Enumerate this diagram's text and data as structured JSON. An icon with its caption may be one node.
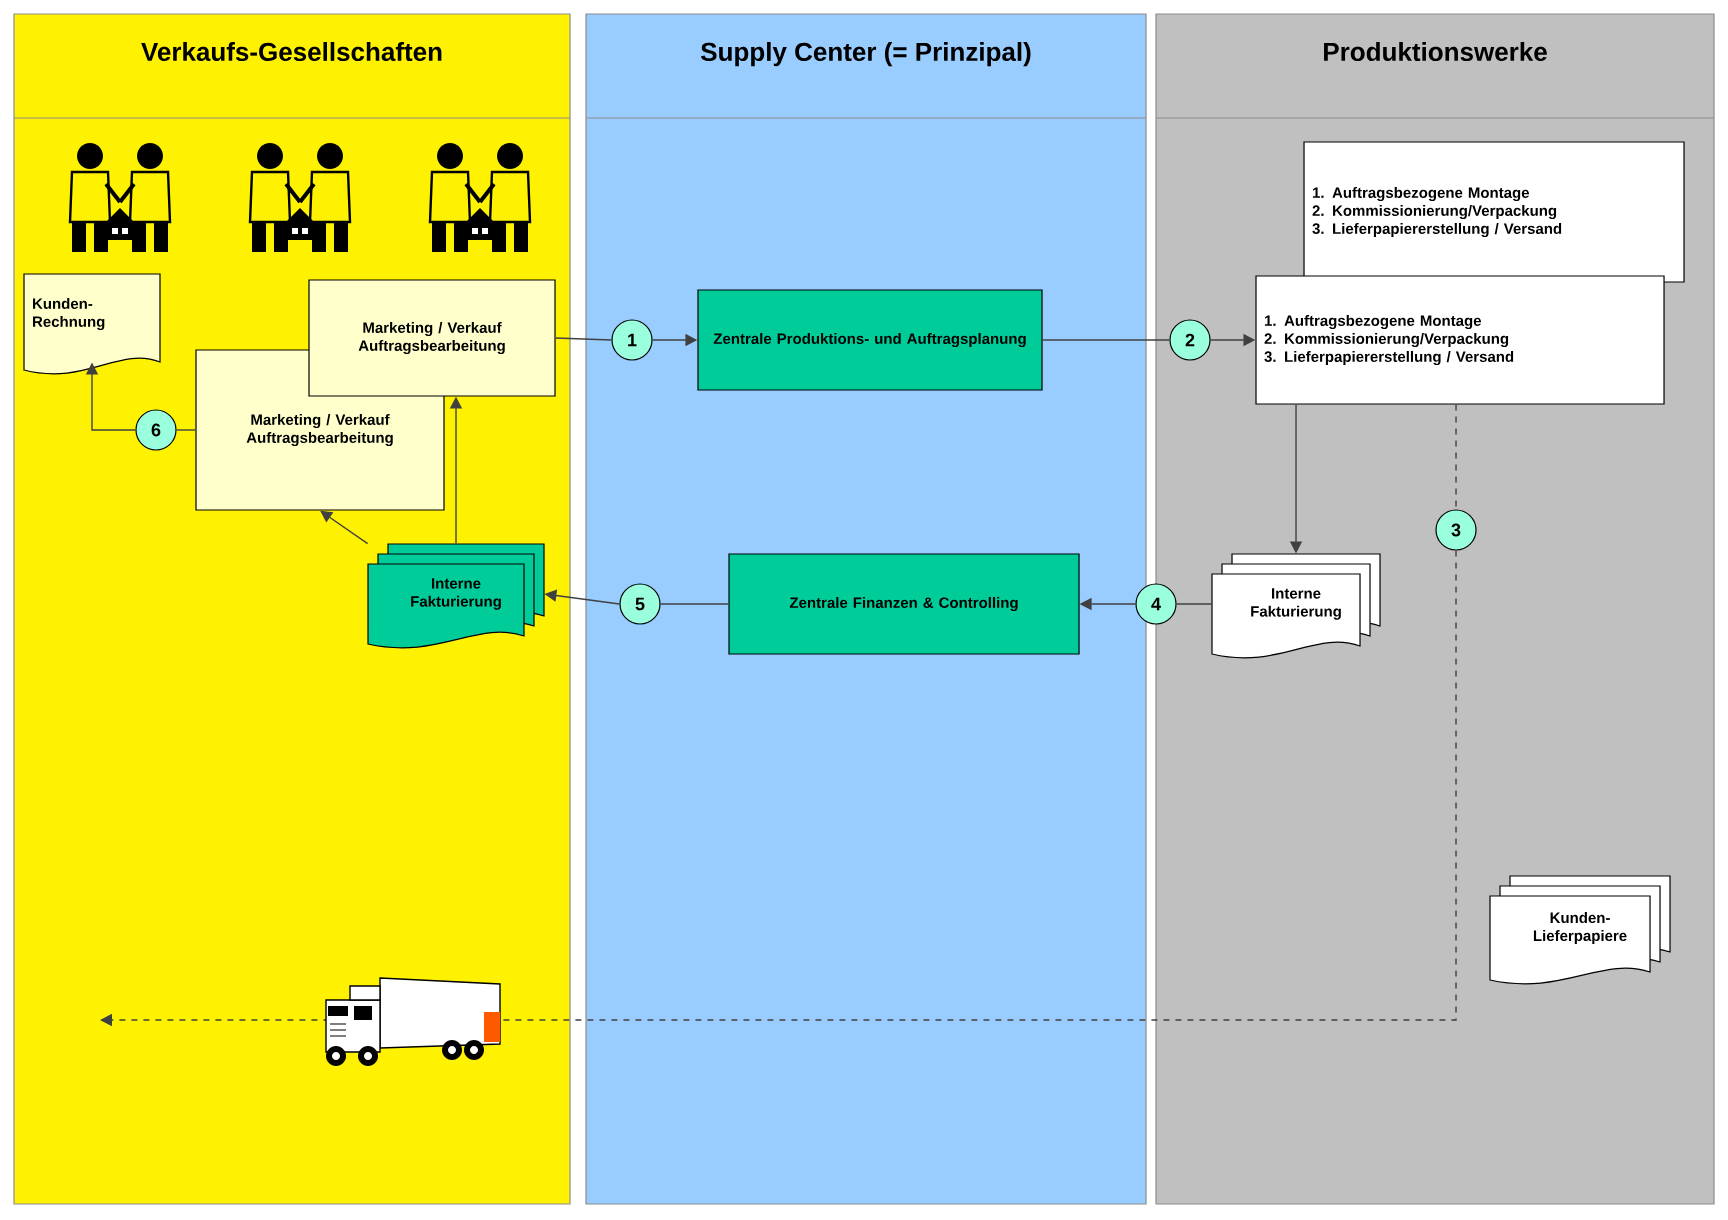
{
  "diagram": {
    "nodes": [
      {
        "text": [
          "Verkaufs-Gesellschaften"
        ]
      },
      {
        "text": [
          "Supply Center (= Prinzipal)"
        ]
      },
      {
        "text": [
          "Produktionswerke"
        ]
      },
      {
        "text": [
          "Kunden-Rechnung"
        ],
        "in": 0
      },
      {
        "text": [
          "Marketing / Verkauf Auftragsbearbeitung"
        ],
        "in": 0
      },
      {
        "text": [
          "Marketing / Verkauf Auftragsbearbeitung"
        ],
        "in": 0
      },
      {
        "text": [
          "Interne Fakturierung"
        ],
        "in": 0
      },
      {
        "text": [
          "6"
        ],
        "in": 0
      },
      {
        "text": [
          "1"
        ],
        "in": 1
      },
      {
        "text": [
          "Zentrale Produktions- und Auftragsplanung"
        ],
        "in": 1
      },
      {
        "text": [
          "5"
        ],
        "in": 1
      },
      {
        "text": [
          "Zentrale Finanzen & Controlling"
        ],
        "in": 1
      },
      {
        "text": [
          "1. Auftragsbezogene Montage",
          "2. Kommissionierung/Verpackung",
          "3. Lieferpapiererstellung / Versand"
        ],
        "in": 2
      },
      {
        "text": [
          "1. Auftragsbezogene Montage",
          "2. Kommissionierung/Verpackung",
          "3. Lieferpapiererstellung / Versand"
        ],
        "in": 2
      },
      {
        "text": [
          "2"
        ],
        "in": 2
      },
      {
        "text": [
          "4"
        ]
      },
      {
        "text": [
          "Interne Fakturierung"
        ],
        "in": 2
      },
      {
        "text": [
          "3"
        ],
        "in": 2
      },
      {
        "text": [
          "Kunden-Lieferpapiere"
        ],
        "in": 2
      }
    ],
    "edges": [
      {
        "from": 5,
        "to": 8,
        "arrow": "none"
      },
      {
        "from": 8,
        "to": 9,
        "arrow": "to"
      },
      {
        "from": 9,
        "to": 14,
        "arrow": "none"
      },
      {
        "from": 14,
        "to": 13,
        "arrow": "to"
      },
      {
        "from": 13,
        "to": 16,
        "arrow": "to"
      },
      {
        "from": 16,
        "to": 15,
        "arrow": "none"
      },
      {
        "from": 15,
        "to": 11,
        "arrow": "to"
      },
      {
        "from": 11,
        "to": 10,
        "arrow": "none"
      },
      {
        "from": 10,
        "to": 6,
        "arrow": "to"
      },
      {
        "from": 6,
        "to": 5,
        "arrow": "to"
      },
      {
        "from": 6,
        "to": 4,
        "arrow": "to"
      },
      {
        "from": 4,
        "to": 7,
        "arrow": "none"
      },
      {
        "from": 7,
        "to": 3,
        "arrow": "to"
      },
      {
        "from": 13,
        "to": 17,
        "arrow": "none",
        "style": "dashed"
      },
      {
        "from": 17,
        "to": null,
        "arrow": "to",
        "style": "dashed"
      }
    ]
  }
}
